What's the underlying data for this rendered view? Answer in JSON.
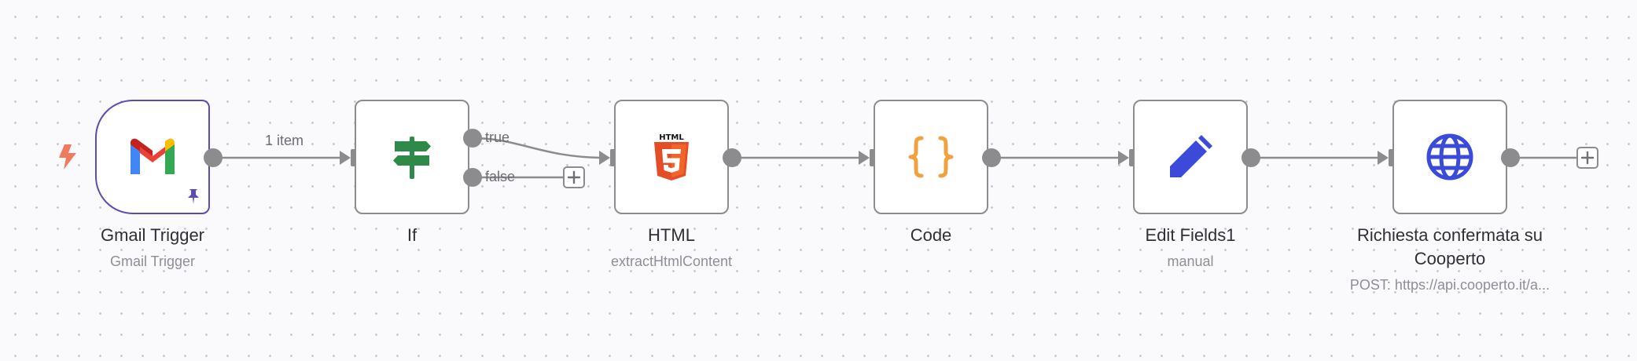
{
  "canvas": {
    "colors": {
      "background": "#fafafc",
      "wire": "#8c8c8f",
      "node_border": "#8c8c8f",
      "trigger_border": "#5a4bb5",
      "trigger_bolt": "#f07a5e",
      "pin": "#5a4bb5"
    }
  },
  "nodes": [
    {
      "id": "gmail_trigger",
      "title": "Gmail Trigger",
      "subtitle": "Gmail Trigger",
      "icon": "gmail-icon",
      "pinned": true,
      "is_trigger": true
    },
    {
      "id": "if",
      "title": "If",
      "subtitle": "",
      "icon": "signpost-icon",
      "outputs": [
        "true",
        "false"
      ]
    },
    {
      "id": "html",
      "title": "HTML",
      "subtitle": "extractHtmlContent",
      "icon": "html5-icon"
    },
    {
      "id": "code",
      "title": "Code",
      "subtitle": "",
      "icon": "curly-braces-icon"
    },
    {
      "id": "edit_fields",
      "title": "Edit Fields1",
      "subtitle": "manual",
      "icon": "pencil-icon"
    },
    {
      "id": "http_request",
      "title_line1": "Richiesta confermata su",
      "title_line2": "Cooperto",
      "subtitle": "POST: https://api.cooperto.it/a...",
      "icon": "globe-icon"
    }
  ],
  "edges": {
    "gmail_to_if_label": "1 item",
    "if_true_label": "true",
    "if_false_label": "false"
  }
}
